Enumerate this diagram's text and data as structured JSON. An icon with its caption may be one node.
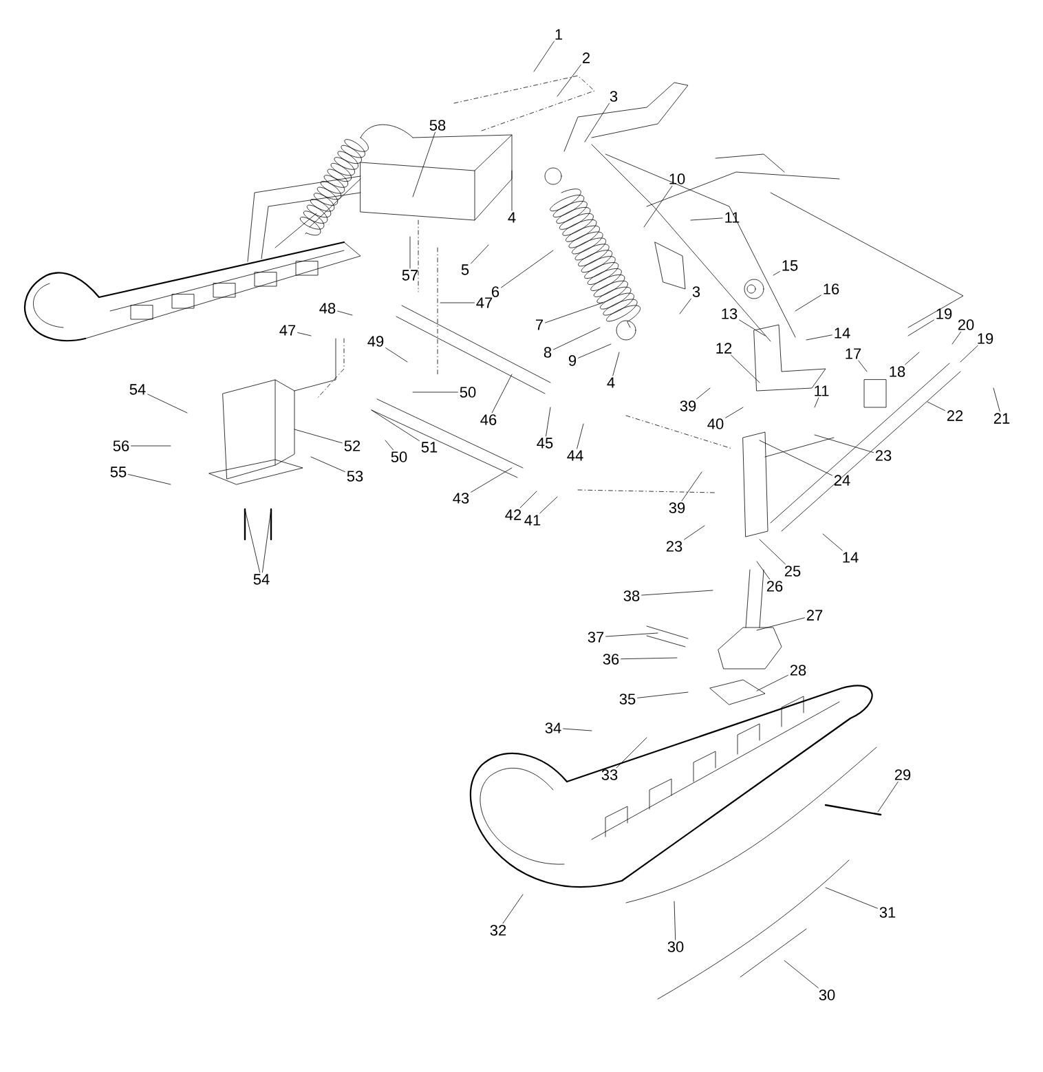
{
  "diagram": {
    "nodes": [
      {
        "text": [
          "1"
        ]
      },
      {
        "text": [
          "2"
        ]
      },
      {
        "text": [
          "3"
        ]
      },
      {
        "text": [
          "58"
        ]
      },
      {
        "text": [
          "10"
        ]
      },
      {
        "text": [
          "4"
        ]
      },
      {
        "text": [
          "11"
        ]
      },
      {
        "text": [
          "15"
        ]
      },
      {
        "text": [
          "5"
        ]
      },
      {
        "text": [
          "57"
        ]
      },
      {
        "text": [
          "16"
        ]
      },
      {
        "text": [
          "3"
        ]
      },
      {
        "text": [
          "6"
        ]
      },
      {
        "text": [
          "47"
        ]
      },
      {
        "text": [
          "48"
        ]
      },
      {
        "text": [
          "13"
        ]
      },
      {
        "text": [
          "19"
        ]
      },
      {
        "text": [
          "7"
        ]
      },
      {
        "text": [
          "20"
        ]
      },
      {
        "text": [
          "47"
        ]
      },
      {
        "text": [
          "14"
        ]
      },
      {
        "text": [
          "19"
        ]
      },
      {
        "text": [
          "49"
        ]
      },
      {
        "text": [
          "12"
        ]
      },
      {
        "text": [
          "8"
        ]
      },
      {
        "text": [
          "17"
        ]
      },
      {
        "text": [
          "9"
        ]
      },
      {
        "text": [
          "18"
        ]
      },
      {
        "text": [
          "4"
        ]
      },
      {
        "text": [
          "11"
        ]
      },
      {
        "text": [
          "50"
        ]
      },
      {
        "text": [
          "54"
        ]
      },
      {
        "text": [
          "39"
        ]
      },
      {
        "text": [
          "22"
        ]
      },
      {
        "text": [
          "21"
        ]
      },
      {
        "text": [
          "40"
        ]
      },
      {
        "text": [
          "46"
        ]
      },
      {
        "text": [
          "45"
        ]
      },
      {
        "text": [
          "44"
        ]
      },
      {
        "text": [
          "56"
        ]
      },
      {
        "text": [
          "52"
        ]
      },
      {
        "text": [
          "51"
        ]
      },
      {
        "text": [
          "23"
        ]
      },
      {
        "text": [
          "50"
        ]
      },
      {
        "text": [
          "53"
        ]
      },
      {
        "text": [
          "24"
        ]
      },
      {
        "text": [
          "55"
        ]
      },
      {
        "text": [
          "43"
        ]
      },
      {
        "text": [
          "39"
        ]
      },
      {
        "text": [
          "42"
        ]
      },
      {
        "text": [
          "41"
        ]
      },
      {
        "text": [
          "23"
        ]
      },
      {
        "text": [
          "14"
        ]
      },
      {
        "text": [
          "25"
        ]
      },
      {
        "text": [
          "54"
        ]
      },
      {
        "text": [
          "26"
        ]
      },
      {
        "text": [
          "38"
        ]
      },
      {
        "text": [
          "27"
        ]
      },
      {
        "text": [
          "37"
        ]
      },
      {
        "text": [
          "36"
        ]
      },
      {
        "text": [
          "28"
        ]
      },
      {
        "text": [
          "35"
        ]
      },
      {
        "text": [
          "34"
        ]
      },
      {
        "text": [
          "33"
        ]
      },
      {
        "text": [
          "29"
        ]
      },
      {
        "text": [
          "31"
        ]
      },
      {
        "text": [
          "32"
        ]
      },
      {
        "text": [
          "30"
        ]
      },
      {
        "text": [
          "30"
        ]
      }
    ],
    "edges": [
      {
        "from": 0,
        "to": null,
        "arrow": "none"
      },
      {
        "from": 1,
        "to": null,
        "arrow": "none"
      },
      {
        "from": 2,
        "to": null,
        "arrow": "none"
      },
      {
        "from": 3,
        "to": null,
        "arrow": "none"
      },
      {
        "from": 4,
        "to": null,
        "arrow": "none"
      },
      {
        "from": 5,
        "to": null,
        "arrow": "none"
      },
      {
        "from": 6,
        "to": null,
        "arrow": "none"
      },
      {
        "from": 7,
        "to": null,
        "arrow": "none"
      },
      {
        "from": 8,
        "to": null,
        "arrow": "none"
      },
      {
        "from": 9,
        "to": null,
        "arrow": "none"
      },
      {
        "from": 10,
        "to": null,
        "arrow": "none"
      },
      {
        "from": 11,
        "to": null,
        "arrow": "none"
      },
      {
        "from": 12,
        "to": null,
        "arrow": "none"
      },
      {
        "from": 13,
        "to": null,
        "arrow": "none"
      },
      {
        "from": 14,
        "to": null,
        "arrow": "none"
      },
      {
        "from": 15,
        "to": null,
        "arrow": "none"
      },
      {
        "from": 16,
        "to": null,
        "arrow": "none"
      },
      {
        "from": 17,
        "to": null,
        "arrow": "none"
      },
      {
        "from": 18,
        "to": null,
        "arrow": "none"
      },
      {
        "from": 19,
        "to": null,
        "arrow": "none"
      },
      {
        "from": 20,
        "to": null,
        "arrow": "none"
      },
      {
        "from": 21,
        "to": null,
        "arrow": "none"
      },
      {
        "from": 22,
        "to": null,
        "arrow": "none"
      },
      {
        "from": 23,
        "to": null,
        "arrow": "none"
      },
      {
        "from": 24,
        "to": null,
        "arrow": "none"
      },
      {
        "from": 25,
        "to": null,
        "arrow": "none"
      },
      {
        "from": 26,
        "to": null,
        "arrow": "none"
      },
      {
        "from": 27,
        "to": null,
        "arrow": "none"
      },
      {
        "from": 28,
        "to": null,
        "arrow": "none"
      },
      {
        "from": 29,
        "to": null,
        "arrow": "none"
      },
      {
        "from": 30,
        "to": null,
        "arrow": "none"
      },
      {
        "from": 31,
        "to": null,
        "arrow": "none"
      },
      {
        "from": 32,
        "to": null,
        "arrow": "none"
      },
      {
        "from": 33,
        "to": null,
        "arrow": "none"
      },
      {
        "from": 34,
        "to": null,
        "arrow": "none"
      },
      {
        "from": 35,
        "to": null,
        "arrow": "none"
      },
      {
        "from": 36,
        "to": null,
        "arrow": "none"
      },
      {
        "from": 37,
        "to": null,
        "arrow": "none"
      },
      {
        "from": 38,
        "to": null,
        "arrow": "none"
      },
      {
        "from": 39,
        "to": null,
        "arrow": "none"
      },
      {
        "from": 40,
        "to": null,
        "arrow": "none"
      },
      {
        "from": 41,
        "to": null,
        "arrow": "none"
      },
      {
        "from": 42,
        "to": null,
        "arrow": "none"
      },
      {
        "from": 43,
        "to": null,
        "arrow": "none"
      },
      {
        "from": 44,
        "to": null,
        "arrow": "none"
      },
      {
        "from": 45,
        "to": null,
        "arrow": "none"
      },
      {
        "from": 46,
        "to": null,
        "arrow": "none"
      },
      {
        "from": 47,
        "to": null,
        "arrow": "none"
      },
      {
        "from": 48,
        "to": null,
        "arrow": "none"
      },
      {
        "from": 49,
        "to": null,
        "arrow": "none"
      },
      {
        "from": 50,
        "to": null,
        "arrow": "none"
      },
      {
        "from": 51,
        "to": null,
        "arrow": "none"
      },
      {
        "from": 52,
        "to": null,
        "arrow": "none"
      },
      {
        "from": 53,
        "to": null,
        "arrow": "none"
      },
      {
        "from": 54,
        "to": null,
        "arrow": "none"
      },
      {
        "from": 55,
        "to": null,
        "arrow": "none"
      },
      {
        "from": 56,
        "to": null,
        "arrow": "none"
      },
      {
        "from": 57,
        "to": null,
        "arrow": "none"
      },
      {
        "from": 58,
        "to": null,
        "arrow": "none"
      },
      {
        "from": 59,
        "to": null,
        "arrow": "none"
      },
      {
        "from": 60,
        "to": null,
        "arrow": "none"
      },
      {
        "from": 61,
        "to": null,
        "arrow": "none"
      },
      {
        "from": 62,
        "to": null,
        "arrow": "none"
      },
      {
        "from": 63,
        "to": null,
        "arrow": "none"
      },
      {
        "from": 64,
        "to": null,
        "arrow": "none"
      },
      {
        "from": 65,
        "to": null,
        "arrow": "none"
      },
      {
        "from": 66,
        "to": null,
        "arrow": "none"
      },
      {
        "from": 67,
        "to": null,
        "arrow": "none"
      },
      {
        "from": 68,
        "to": null,
        "arrow": "none"
      },
      {
        "from": 54,
        "to": null,
        "arrow": "none"
      }
    ]
  }
}
